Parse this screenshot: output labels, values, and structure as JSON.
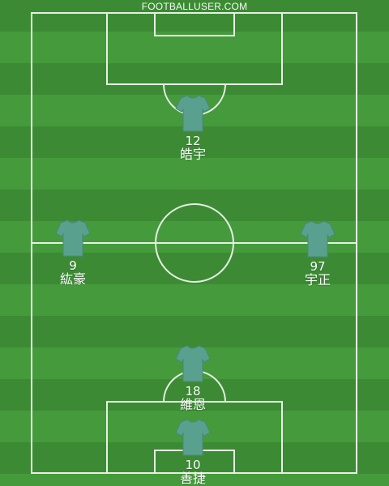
{
  "watermark": "FOOTBALLUSER.COM",
  "colors": {
    "grass_dark": "#3c8b34",
    "grass_light": "#459a3c",
    "lines": "#e6efe4",
    "jersey": "#5aa08f"
  },
  "players": [
    {
      "number": "12",
      "name": "皓宇"
    },
    {
      "number": "9",
      "name": "紘豪"
    },
    {
      "number": "97",
      "name": "宇正"
    },
    {
      "number": "18",
      "name": "維恩"
    },
    {
      "number": "10",
      "name": "善捷"
    }
  ]
}
